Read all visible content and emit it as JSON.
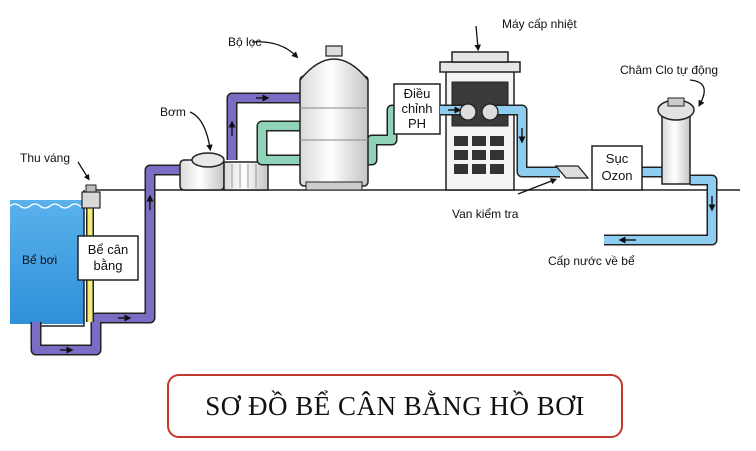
{
  "labels": {
    "skimmer": "Thu váng",
    "pool": "Bể bơi",
    "balance_tank_line1": "Bể cân",
    "balance_tank_line2": "bằng",
    "pump": "Bơm",
    "filter": "Bộ lọc",
    "ph_line1": "Điều",
    "ph_line2": "chỉnh",
    "ph_line3": "PH",
    "heater": "Máy cấp nhiệt",
    "check_valve": "Van kiểm tra",
    "ozone_line1": "Sục",
    "ozone_line2": "Ozon",
    "chlorinator": "Châm Clo tự động",
    "return": "Cấp nước về bể"
  },
  "title": "SƠ ĐỒ BỂ CÂN BẰNG HỒ BƠI",
  "colors": {
    "pipe_purple": "#7b6cc4",
    "pipe_green": "#8fd3b8",
    "pipe_blue": "#8ecdf0",
    "pipe_yellow": "#f3ec7a",
    "pool_water": "#4aa6e6",
    "title_border": "#c0392b"
  }
}
